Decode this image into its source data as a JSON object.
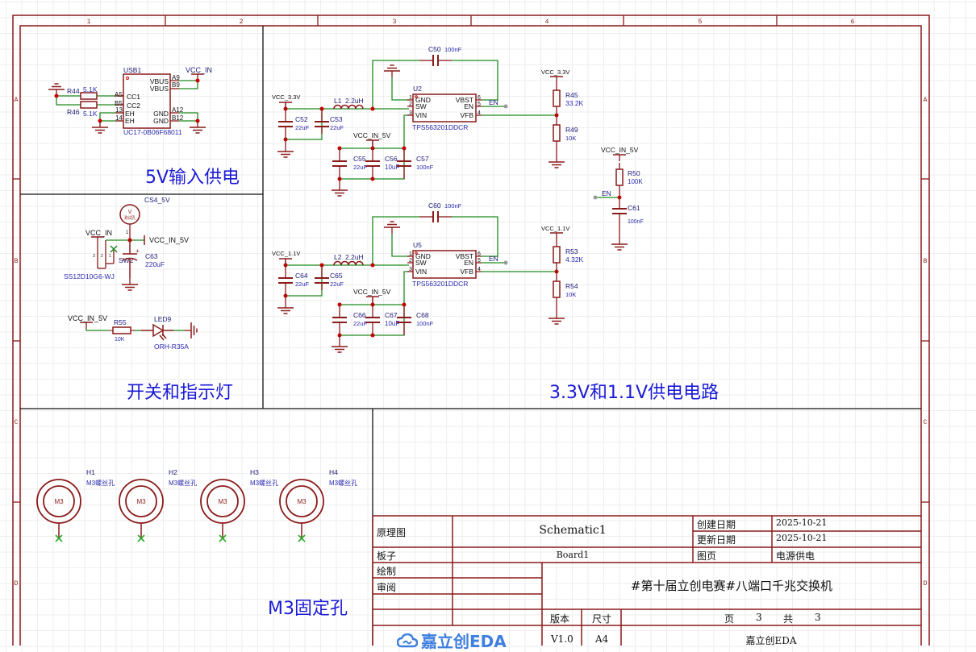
{
  "frame": {
    "columns": [
      "1",
      "2",
      "3",
      "4",
      "5",
      "6"
    ],
    "rows": [
      "A",
      "B",
      "C",
      "D"
    ]
  },
  "colors": {
    "border": "#8b1a1a",
    "wire": "#1f8a1f",
    "part": "#8b1a1a",
    "junction": "#cc0000",
    "label": "#1a1a7a",
    "value": "#2b2bb0",
    "section_title": "#1a1ad6",
    "grid": "#efeeec"
  },
  "sections": {
    "usb": {
      "title": "5V输入供电",
      "connector": {
        "ref": "USB1",
        "part": "UC17-0B06F68011",
        "left_pins": [
          {
            "num": "A5",
            "name": "CC1"
          },
          {
            "num": "B5",
            "name": "CC2"
          },
          {
            "num": "13",
            "name": "EH"
          },
          {
            "num": "14",
            "name": "EH"
          }
        ],
        "right_pins": [
          {
            "num": "A9",
            "name": "VBUS"
          },
          {
            "num": "B9",
            "name": "VBUS"
          },
          {
            "num": "A12",
            "name": "GND"
          },
          {
            "num": "B12",
            "name": "GND"
          }
        ]
      },
      "r44": {
        "ref": "R44",
        "value": "5.1K"
      },
      "r46": {
        "ref": "R46",
        "value": "5.1K"
      },
      "net_vcc_in": "VCC_IN"
    },
    "switch": {
      "title": "开关和指示灯",
      "testpoint": {
        "ref": "CS4_5V",
        "glyph": "V",
        "label": "测试孔",
        "pin": "1"
      },
      "net_vcc_in": "VCC_IN",
      "net_vcc_in_5v": "VCC_IN_5V",
      "sw": {
        "ref": "SW2",
        "part": "SS12D10G6-WJ",
        "pins": [
          "3",
          "2",
          "1"
        ]
      },
      "c63": {
        "ref": "C63",
        "value": "220uF"
      },
      "led_net": "VCC_IN_5V",
      "r55": {
        "ref": "R55",
        "value": "10K"
      },
      "led": {
        "ref": "LED9",
        "part": "ORH-R35A"
      }
    },
    "power": {
      "title": "3.3V和1.1V供电电路",
      "buck_33": {
        "u": {
          "ref": "U2",
          "part": "TPS563201DDCR",
          "left_pins": [
            {
              "num": "1",
              "name": "GND"
            },
            {
              "num": "2",
              "name": "SW"
            },
            {
              "num": "3",
              "name": "VIN"
            }
          ],
          "right_pins": [
            {
              "num": "6",
              "name": "VBST"
            },
            {
              "num": "5",
              "name": "EN"
            },
            {
              "num": "4",
              "name": "VFB"
            }
          ]
        },
        "cboot": {
          "ref": "C50",
          "value": "100nF"
        },
        "inductor": {
          "ref": "L1",
          "value": "2.2uH"
        },
        "out_net": "VCC_3.3V",
        "cout1": {
          "ref": "C52",
          "value": "22uF"
        },
        "cout2": {
          "ref": "C53",
          "value": "22uF"
        },
        "in_net": "VCC_IN_5V",
        "cin1": {
          "ref": "C55",
          "value": "22uF"
        },
        "cin2": {
          "ref": "C56",
          "value": "10uF"
        },
        "cin3": {
          "ref": "C57",
          "value": "100nF"
        },
        "en_label": "EN",
        "fb_net": "VCC_3.3V",
        "rtop": {
          "ref": "R45",
          "value": "33.2K"
        },
        "rbot": {
          "ref": "R49",
          "value": "10K"
        }
      },
      "buck_11": {
        "u": {
          "ref": "U5",
          "part": "TPS563201DDCR",
          "left_pins": [
            {
              "num": "1",
              "name": "GND"
            },
            {
              "num": "2",
              "name": "SW"
            },
            {
              "num": "3",
              "name": "VIN"
            }
          ],
          "right_pins": [
            {
              "num": "6",
              "name": "VBST"
            },
            {
              "num": "5",
              "name": "EN"
            },
            {
              "num": "4",
              "name": "VFB"
            }
          ]
        },
        "cboot": {
          "ref": "C60",
          "value": "100nF"
        },
        "inductor": {
          "ref": "L2",
          "value": "2.2uH"
        },
        "out_net": "VCC_1.1V",
        "cout1": {
          "ref": "C64",
          "value": "22uF"
        },
        "cout2": {
          "ref": "C65",
          "value": "22uF"
        },
        "in_net": "VCC_IN_5V",
        "cin1": {
          "ref": "C66",
          "value": "22uF"
        },
        "cin2": {
          "ref": "C67",
          "value": "10uF"
        },
        "cin3": {
          "ref": "C68",
          "value": "100nF"
        },
        "en_label": "EN",
        "fb_net": "VCC_1.1V",
        "rtop": {
          "ref": "R53",
          "value": "4.32K"
        },
        "rbot": {
          "ref": "R54",
          "value": "10K"
        }
      },
      "enable": {
        "net": "VCC_IN_5V",
        "r": {
          "ref": "R50",
          "value": "100K"
        },
        "c": {
          "ref": "C61",
          "value": "100nF"
        },
        "en_label": "EN"
      }
    },
    "holes": {
      "title": "M3固定孔",
      "items": [
        {
          "ref": "H1",
          "part": "M3螺丝孔",
          "label": "M3"
        },
        {
          "ref": "H2",
          "part": "M3螺丝孔",
          "label": "M3"
        },
        {
          "ref": "H3",
          "part": "M3螺丝孔",
          "label": "M3"
        },
        {
          "ref": "H4",
          "part": "M3螺丝孔",
          "label": "M3"
        }
      ]
    }
  },
  "title_block": {
    "schematic_label": "原理图",
    "schematic_value": "Schematic1",
    "board_label": "板子",
    "board_value": "Board1",
    "drawn_label": "绘制",
    "review_label": "审阅",
    "created_label": "创建日期",
    "created_value": "2025-10-21",
    "updated_label": "更新日期",
    "updated_value": "2025-10-21",
    "page_label": "图页",
    "page_value": "电源供电",
    "project_title": "#第十届立创电赛#八端口千兆交换机",
    "version_label": "版本",
    "size_label": "尺寸",
    "version_value": "V1.0",
    "size_value": "A4",
    "page_word": "页",
    "page_num": "3",
    "total_word": "共",
    "total_num": "3",
    "company": "嘉立创EDA",
    "logo_text": "嘉立创EDA"
  }
}
